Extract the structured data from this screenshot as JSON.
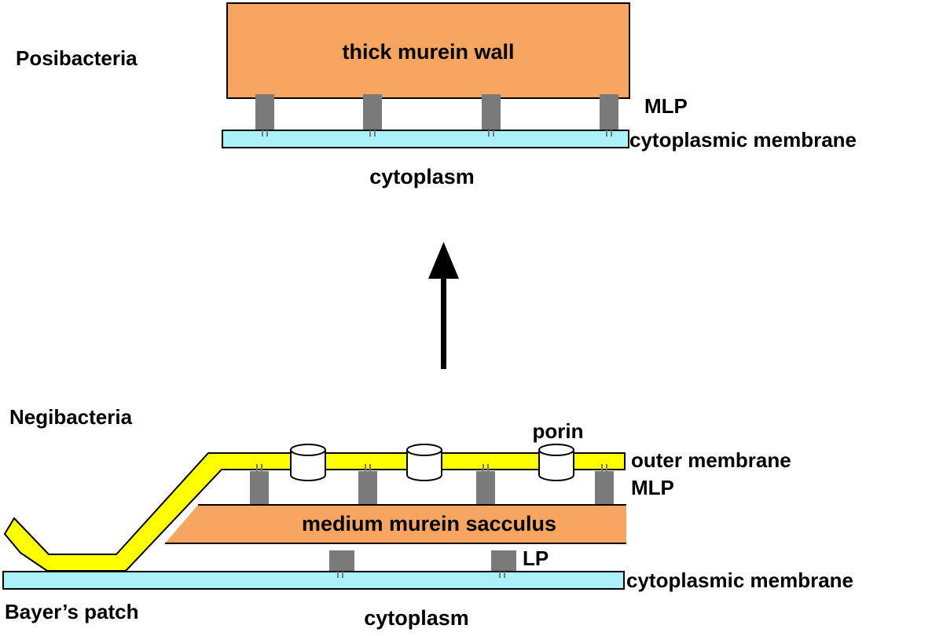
{
  "colors": {
    "murein": "#f8a562",
    "membrane": "#aaf1f9",
    "outer_membrane": "#ffff00",
    "protein": "#7a7a7a",
    "line": "#000000",
    "background": "#ffffff"
  },
  "posibacteria": {
    "title": "Posibacteria",
    "wall_label": "thick murein wall",
    "mlp_label": "MLP",
    "membrane_label": "cytoplasmic membrane",
    "cytoplasm_label": "cytoplasm"
  },
  "negibacteria": {
    "title": "Negibacteria",
    "porin_label": "porin",
    "outer_membrane_label": "outer membrane",
    "mlp_label": "MLP",
    "sacculus_label": "medium murein sacculus",
    "lp_label": "LP",
    "membrane_label": "cytoplasmic membrane",
    "patch_label": "Bayer’s patch",
    "cytoplasm_label": "cytoplasm"
  }
}
